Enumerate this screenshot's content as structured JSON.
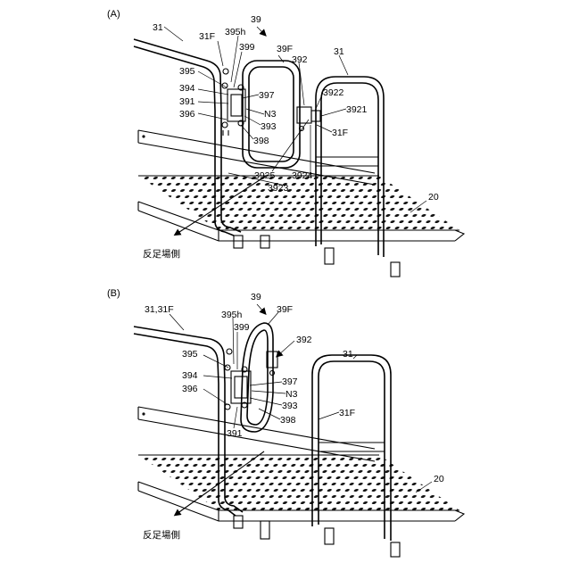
{
  "figure_A": {
    "caption": "(A)",
    "labels": {
      "l39": "39",
      "l31_left": "31",
      "l31F_top": "31F",
      "l395h": "395h",
      "l399": "399",
      "l39F": "39F",
      "l392": "392",
      "l31_right": "31",
      "l395": "395",
      "l394": "394",
      "l391": "391",
      "l396": "396",
      "l397": "397",
      "lN3": "N3",
      "l393": "393",
      "l398": "398",
      "l3922": "3922",
      "l3921": "3921",
      "l31F_right": "31F",
      "l3925": "3925",
      "l3924": "3924",
      "l3923": "3923",
      "l20": "20"
    },
    "direction_label": "反足場側"
  },
  "figure_B": {
    "caption": "(B)",
    "labels": {
      "l39": "39",
      "l31_31F": "31,31F",
      "l395h": "395h",
      "l399": "399",
      "l39F": "39F",
      "l392": "392",
      "l31": "31",
      "l395": "395",
      "l394": "394",
      "l397": "397",
      "l396": "396",
      "lN3": "N3",
      "l393": "393",
      "l398": "398",
      "l391": "391",
      "l31F": "31F",
      "l20": "20"
    },
    "direction_label": "反足場側"
  }
}
